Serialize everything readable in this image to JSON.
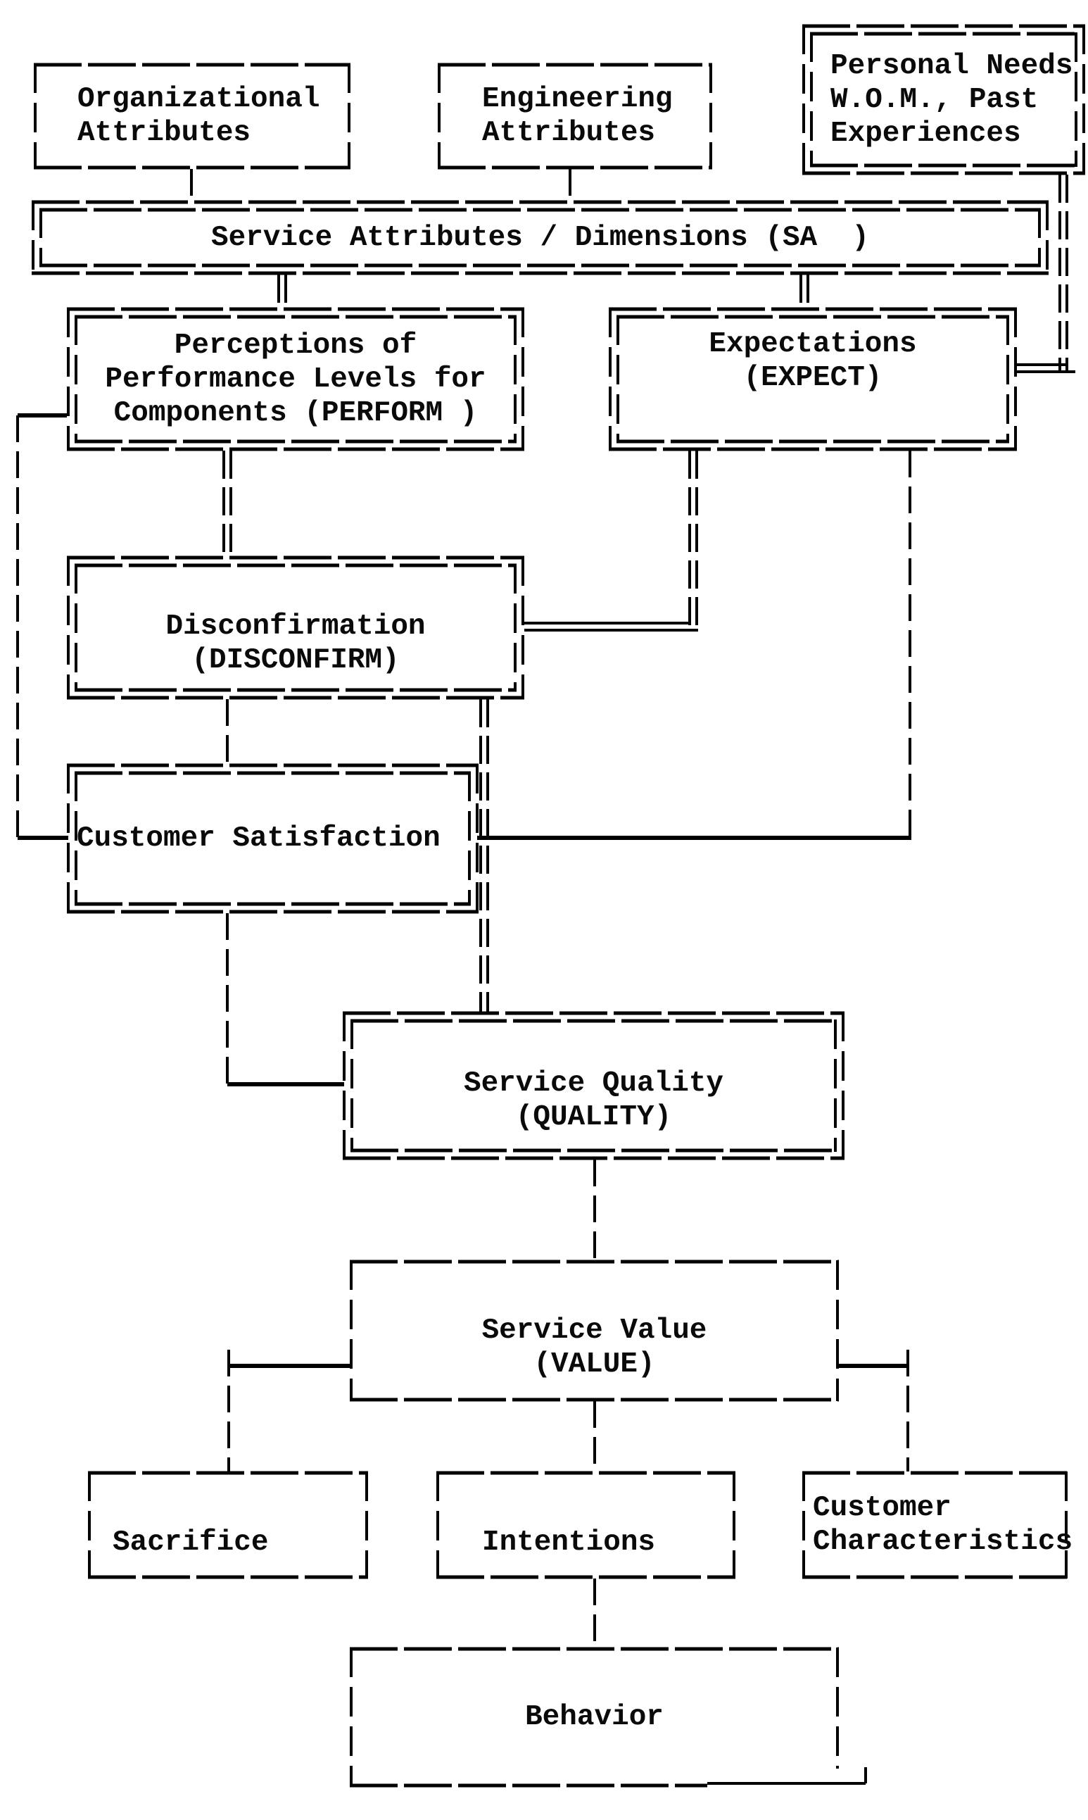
{
  "diagram_type": "flowchart",
  "colors": {
    "ink": "#000000",
    "paper": "#ffffff"
  },
  "boxes": {
    "organizational": {
      "lines": [
        "Organizational",
        "Attributes"
      ]
    },
    "engineering": {
      "lines": [
        "Engineering",
        "Attributes"
      ]
    },
    "personal_needs": {
      "lines": [
        "Personal Needs",
        "W.O.M., Past",
        "Experiences"
      ]
    },
    "service_attributes": {
      "lines": [
        "Service Attributes / Dimensions (SA  )"
      ]
    },
    "perceptions": {
      "lines": [
        "Perceptions of",
        "Performance Levels for",
        "Components (PERFORM )"
      ]
    },
    "expectations": {
      "lines": [
        "Expectations",
        "(EXPECT)"
      ]
    },
    "disconfirmation": {
      "lines": [
        "Disconfirmation",
        "(DISCONFIRM)"
      ]
    },
    "customer_satisfaction": {
      "lines": [
        "Customer Satisfaction"
      ]
    },
    "service_quality": {
      "lines": [
        "Service Quality",
        "(QUALITY)"
      ]
    },
    "service_value": {
      "lines": [
        "Service Value",
        "(VALUE)"
      ]
    },
    "sacrifice": {
      "lines": [
        "Sacrifice"
      ]
    },
    "intentions": {
      "lines": [
        "Intentions"
      ]
    },
    "customer_characteristics": {
      "lines": [
        "Customer",
        "Characteristics"
      ]
    },
    "behavior": {
      "lines": [
        "Behavior"
      ]
    }
  }
}
